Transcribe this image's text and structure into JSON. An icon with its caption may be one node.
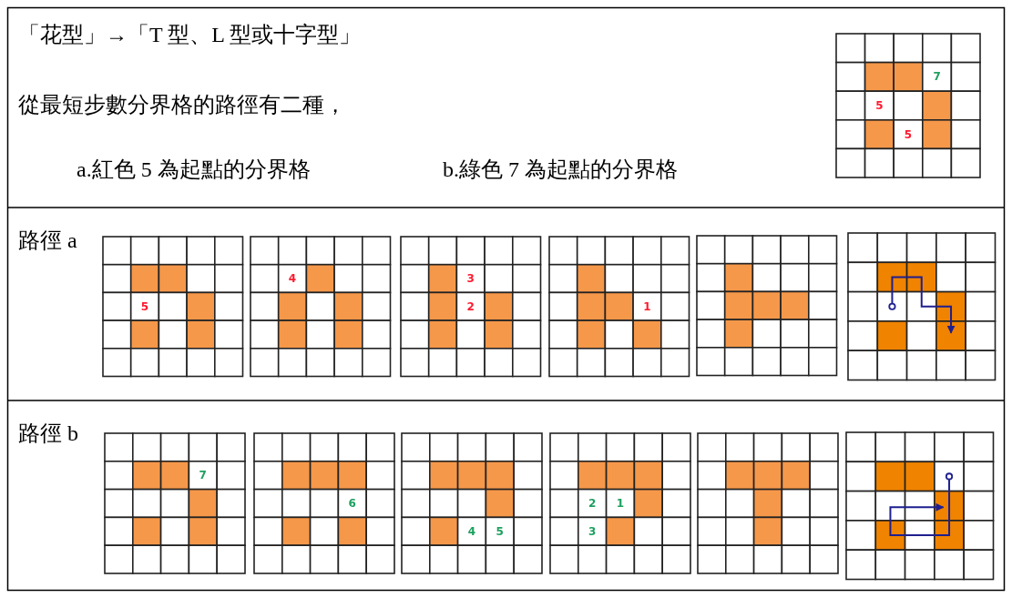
{
  "diagram": {
    "labels": [
      "「花型」→「T 型、L 型或十字型」",
      "從最短步數分界格的路徑有二種，",
      "a.紅色 5 為起點的分界格",
      "b.綠色 7 為起點的分界格",
      "7",
      "5",
      "5",
      "路徑 a",
      "5",
      "4",
      "3",
      "2",
      "1",
      "路徑 b",
      "7",
      "6",
      "4",
      "5",
      "2",
      "1",
      "3"
    ]
  }
}
